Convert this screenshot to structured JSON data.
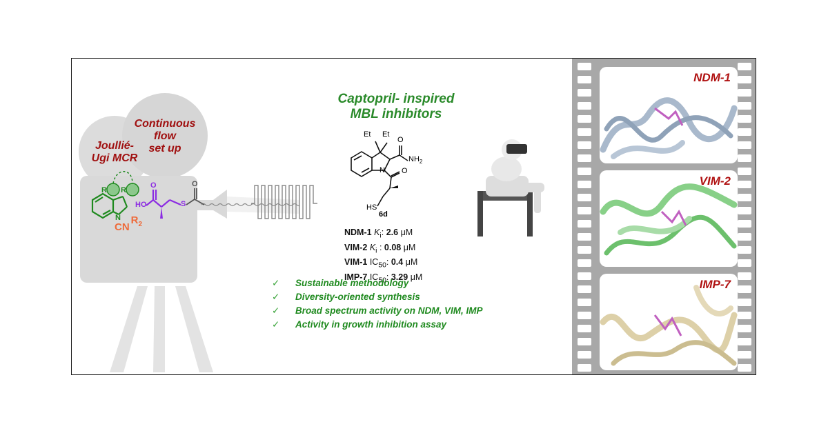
{
  "left_graphic": {
    "badge_left": [
      "Joullié-",
      "Ugi MCR"
    ],
    "badge_right": [
      "Continuous",
      "flow",
      "set up"
    ],
    "mol_labels": {
      "r1": "R",
      "r2": "R",
      "n": "N",
      "ho": "HO",
      "o": "O",
      "s": "S",
      "o2": "O",
      "cn": "CN",
      "r_sub": "R",
      "r_sub_index": "2"
    }
  },
  "center": {
    "title_line1": "Captopril- inspired",
    "title_line2": "MBL inhibitors",
    "structure_labels": {
      "et1": "Et",
      "et2": "Et",
      "o_amide": "O",
      "nh2": "NH",
      "nh2_sub": "2",
      "n": "N",
      "o_carbonyl": "O",
      "hs": "HS",
      "compound_id": "6d"
    },
    "activity": [
      {
        "enzyme": "NDM-1",
        "metric": "K",
        "sub": "i",
        "sep": ": ",
        "value": "2.6",
        "unit": "μM"
      },
      {
        "enzyme": "VIM-2",
        "metric": "K",
        "sub": "i",
        "sep": " : ",
        "value": "0.08",
        "unit": "μM"
      },
      {
        "enzyme": "VIM-1",
        "metric": "IC",
        "sub": "50",
        "sep": ": ",
        "value": "0.4",
        "unit": "μM"
      },
      {
        "enzyme": "IMP-7",
        "metric": "IC",
        "sub": "50",
        "sep": ": ",
        "value": "3.29",
        "unit": "μM"
      }
    ],
    "bullets": [
      "Sustainable methodology",
      "Diversity-oriented synthesis",
      "Broad spectrum activity on NDM, VIM, IMP",
      "Activity in growth inhibition assay"
    ],
    "check_glyph": "✓"
  },
  "film_panels": [
    {
      "title": "NDM-1",
      "color": "#a9b9cc"
    },
    {
      "title": "VIM-2",
      "color": "#88d088"
    },
    {
      "title": "IMP-7",
      "color": "#ddd0a8"
    }
  ],
  "colors": {
    "accent_green": "#1f8a1f",
    "accent_red": "#b01212",
    "accent_purple": "#8b2be2",
    "accent_orange": "#ee6a3a",
    "film_gray": "#a8a8a8"
  }
}
